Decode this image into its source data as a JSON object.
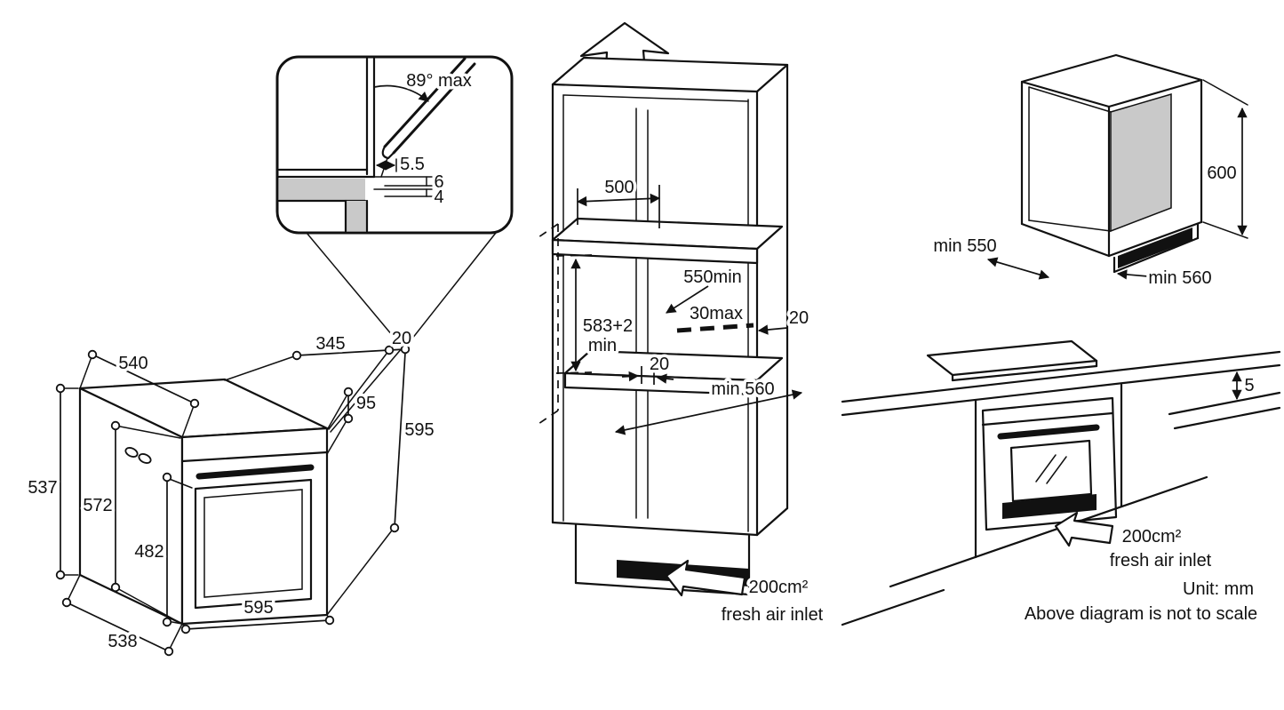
{
  "colors": {
    "ink": "#111111",
    "shading": "#c9c9c9",
    "vent_slot": "#111111"
  },
  "oven_view": {
    "d540": "540",
    "d345": "345",
    "d20": "20",
    "d95": "95",
    "d595_right": "595",
    "d537": "537",
    "d572": "572",
    "d482": "482",
    "d595_bottom": "595",
    "d538": "538"
  },
  "hinge_detail": {
    "angle": "89° max",
    "d5_5": "5.5",
    "d6": "6",
    "d4": "4"
  },
  "tall_cabinet": {
    "d500": "500",
    "d550min": "550min",
    "d583": "583+2",
    "d583_unit": "min",
    "d30max": "30max",
    "d20_back": "20",
    "d20_shelf": "20",
    "dmin560": "min 560",
    "air_area": "200cm²",
    "air_caption": "fresh air inlet"
  },
  "base_cabinet": {
    "d600": "600",
    "dmin550": "min 550",
    "dmin560": "min 560"
  },
  "undercounter": {
    "d5": "5",
    "air_area": "200cm²",
    "air_caption": "fresh air inlet"
  },
  "notes": {
    "unit": "Unit: mm",
    "scale": "Above diagram is not to scale"
  }
}
